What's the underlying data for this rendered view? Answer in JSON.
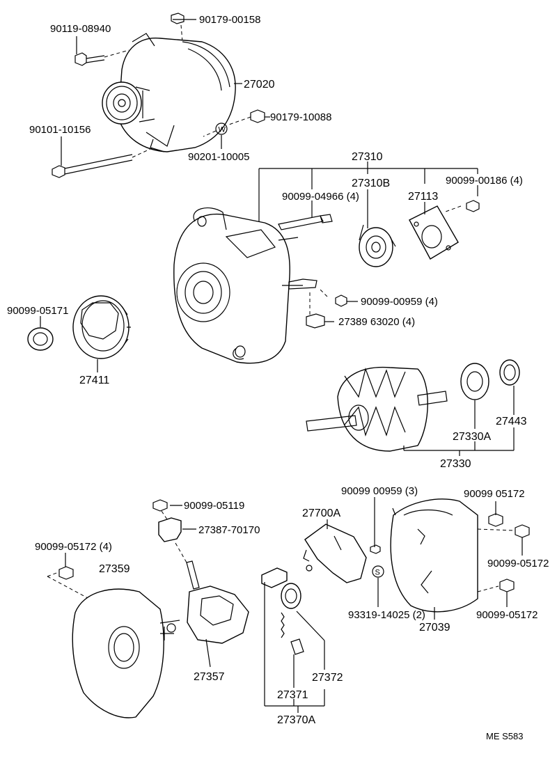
{
  "labels": {
    "p90119_08940": "90119-08940",
    "p90179_00158": "90179-00158",
    "p27020": "27020",
    "p90101_10156": "90101-10156",
    "p90179_10088": "90179-10088",
    "p90201_10005": "90201-10005",
    "p27310": "27310",
    "p90099_04966": "90099-04966 (4)",
    "p27310B": "27310B",
    "p27113": "27113",
    "p90099_00186": "90099-00186 (4)",
    "p90099_05171": "90099-05171",
    "p27411": "27411",
    "p90099_00959_4": "90099-00959 (4)",
    "p27389": "27389 63020 (4)",
    "p27443": "27443",
    "p27330A": "27330A",
    "p27330": "27330",
    "p90099_05119": "90099-05119",
    "p27387": "27387-70170",
    "p90099_05172_4": "90099-05172 (4)",
    "p27359": "27359",
    "p27357": "27357",
    "p90099_00959_3": "90099 00959 (3)",
    "p27700A": "27700A",
    "p90099_05172_a": "90099 05172",
    "p90099_05172_b": "90099-05172",
    "p90099_05172_c": "90099-05172",
    "p93319": "93319-14025 (2)",
    "p27039": "27039",
    "p27372": "27372",
    "p27371": "27371",
    "p27370A": "27370A"
  },
  "symbols": {
    "washer_w": "W",
    "washer_s": "S"
  },
  "footer": {
    "code": "ME  S583"
  }
}
